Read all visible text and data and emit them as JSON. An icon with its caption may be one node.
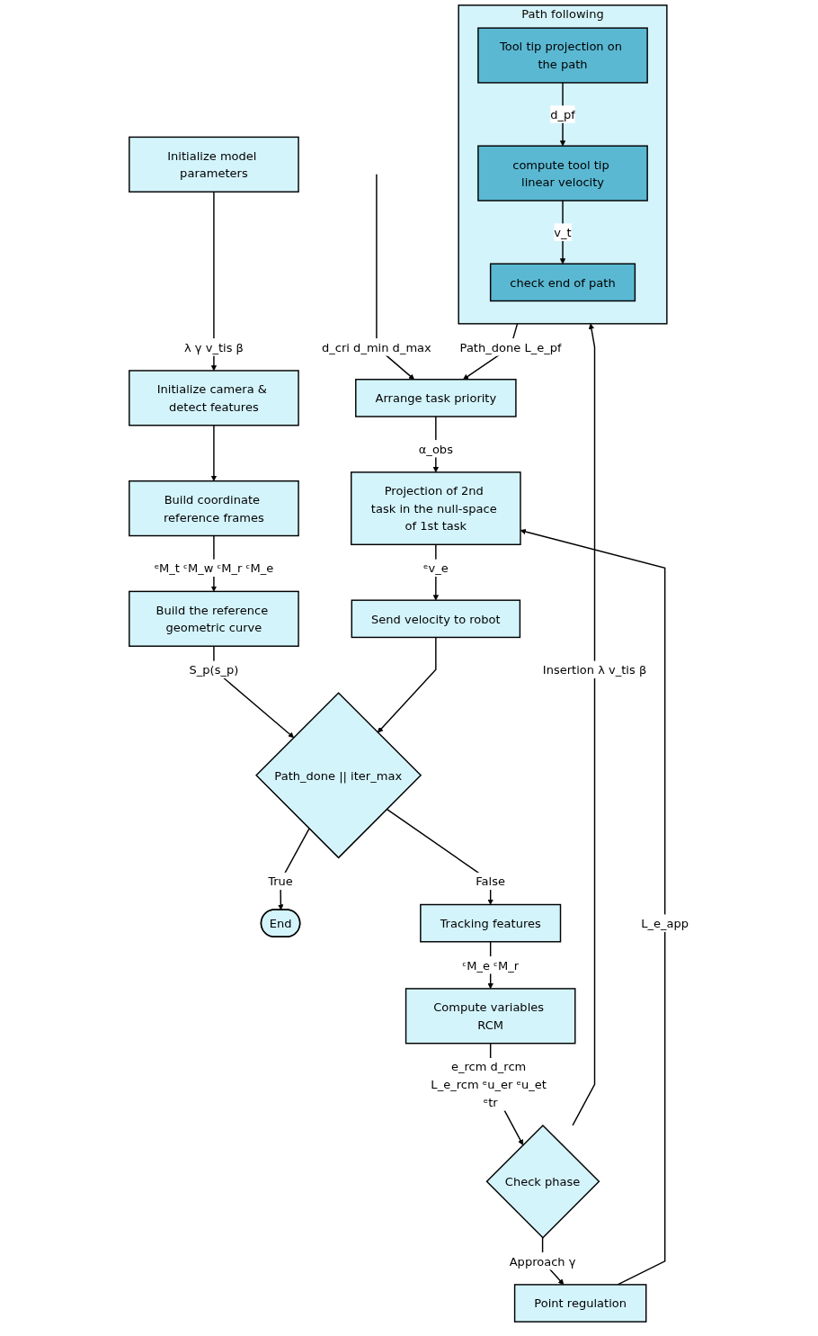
{
  "diagram": {
    "nodes": [
      {
        "text": [
          "Initialize model parameters"
        ]
      },
      {
        "text": [
          "Initialize camera & detect features"
        ]
      },
      {
        "text": [
          "Build coordinate reference frames"
        ]
      },
      {
        "text": [
          "Build the reference geometric curve"
        ]
      },
      {
        "text": [
          "Path_done || iter_max"
        ]
      },
      {
        "text": [
          "End"
        ]
      },
      {
        "text": [
          "Tracking features"
        ]
      },
      {
        "text": [
          "Compute variables RCM"
        ]
      },
      {
        "text": [
          "Check phase"
        ]
      },
      {
        "text": [
          "Point regulation"
        ]
      },
      {
        "text": [
          "Path following"
        ]
      },
      {
        "text": [
          "Tool tip projection on the path"
        ],
        "in": 10
      },
      {
        "text": [
          "compute tool tip linear velocity"
        ],
        "in": 10
      },
      {
        "text": [
          "check end of path"
        ],
        "in": 10
      },
      {
        "text": [
          "Arrange task priority"
        ]
      },
      {
        "text": [
          "Projection of 2nd task in the null-space of 1st task"
        ]
      },
      {
        "text": [
          "Send velocity to robot"
        ]
      }
    ],
    "edges": [
      {
        "from": 0,
        "to": 1,
        "arrow": "to",
        "label": "λ γ v_tis β"
      },
      {
        "from": 1,
        "to": 2,
        "arrow": "to"
      },
      {
        "from": 2,
        "to": 3,
        "arrow": "to",
        "label": "ᵉM_t ᶜM_w ᶜM_r ᶜM_e"
      },
      {
        "from": 3,
        "to": 4,
        "arrow": "to",
        "label": "S_p(s_p)"
      },
      {
        "from": 4,
        "to": 5,
        "arrow": "to",
        "label": "True"
      },
      {
        "from": 4,
        "to": 6,
        "arrow": "to",
        "label": "False"
      },
      {
        "from": 6,
        "to": 7,
        "arrow": "to",
        "label": "ᶜM_e ᶜM_r"
      },
      {
        "from": 7,
        "to": 8,
        "arrow": "to",
        "label": "e_rcm d_rcm L_e_rcm ᵉu_er ᵉu_et ᵉtr"
      },
      {
        "from": 8,
        "to": 9,
        "arrow": "to",
        "label": "Approach γ"
      },
      {
        "from": 8,
        "to": 10,
        "arrow": "to",
        "label": "Insertion λ v_tis β"
      },
      {
        "from": 11,
        "to": 12,
        "arrow": "to",
        "label": "d_pf"
      },
      {
        "from": 12,
        "to": 13,
        "arrow": "to",
        "label": "v_t"
      },
      {
        "from": 9,
        "to": 15,
        "arrow": "to",
        "label": "L_e_app"
      },
      {
        "from": 10,
        "to": 14,
        "arrow": "to",
        "label": "Path_done L_e_pf"
      },
      {
        "from": null,
        "to": 14,
        "arrow": "to",
        "label": "d_cri d_min d_max"
      },
      {
        "from": 14,
        "to": 15,
        "arrow": "to",
        "label": "α_obs"
      },
      {
        "from": 15,
        "to": 16,
        "arrow": "to",
        "label": "ᵉv_e"
      },
      {
        "from": 16,
        "to": 4,
        "arrow": "to"
      }
    ]
  }
}
